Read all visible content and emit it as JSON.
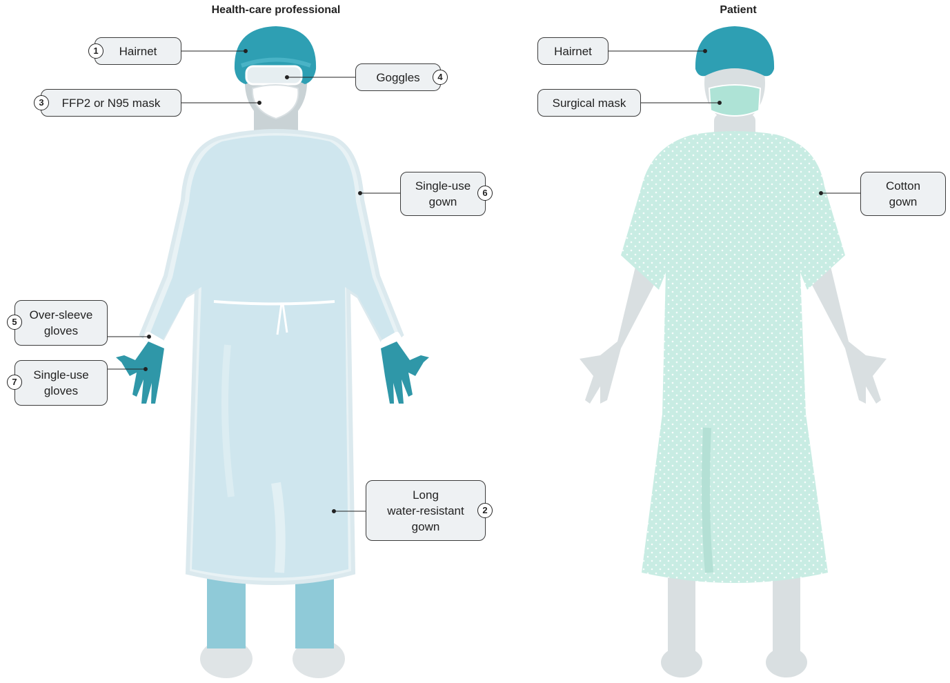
{
  "titles": {
    "hcp": "Health-care professional",
    "patient": "Patient"
  },
  "hcp_labels": [
    {
      "number": "1",
      "lines": [
        "Hairnet"
      ]
    },
    {
      "number": "4",
      "lines": [
        "Goggles"
      ]
    },
    {
      "number": "3",
      "lines": [
        "FFP2 or N95 mask"
      ]
    },
    {
      "number": "6",
      "lines": [
        "Single-use",
        "gown"
      ]
    },
    {
      "number": "5",
      "lines": [
        "Over-sleeve",
        "gloves"
      ]
    },
    {
      "number": "7",
      "lines": [
        "Single-use",
        "gloves"
      ]
    },
    {
      "number": "2",
      "lines": [
        "Long",
        "water-resistant",
        "gown"
      ]
    }
  ],
  "patient_labels": [
    {
      "lines": [
        "Hairnet"
      ]
    },
    {
      "lines": [
        "Surgical mask"
      ]
    },
    {
      "lines": [
        "Cotton",
        "gown"
      ]
    }
  ],
  "colors": {
    "hairnet": "#2e9fb3",
    "glove": "#2f97a8",
    "hcp_gown": "#cfe6ee",
    "patient_gown": "#c8ece3",
    "skin": "#d9dfe1",
    "label_bg": "#eef1f3",
    "leg_cover": "#8fcad8"
  }
}
